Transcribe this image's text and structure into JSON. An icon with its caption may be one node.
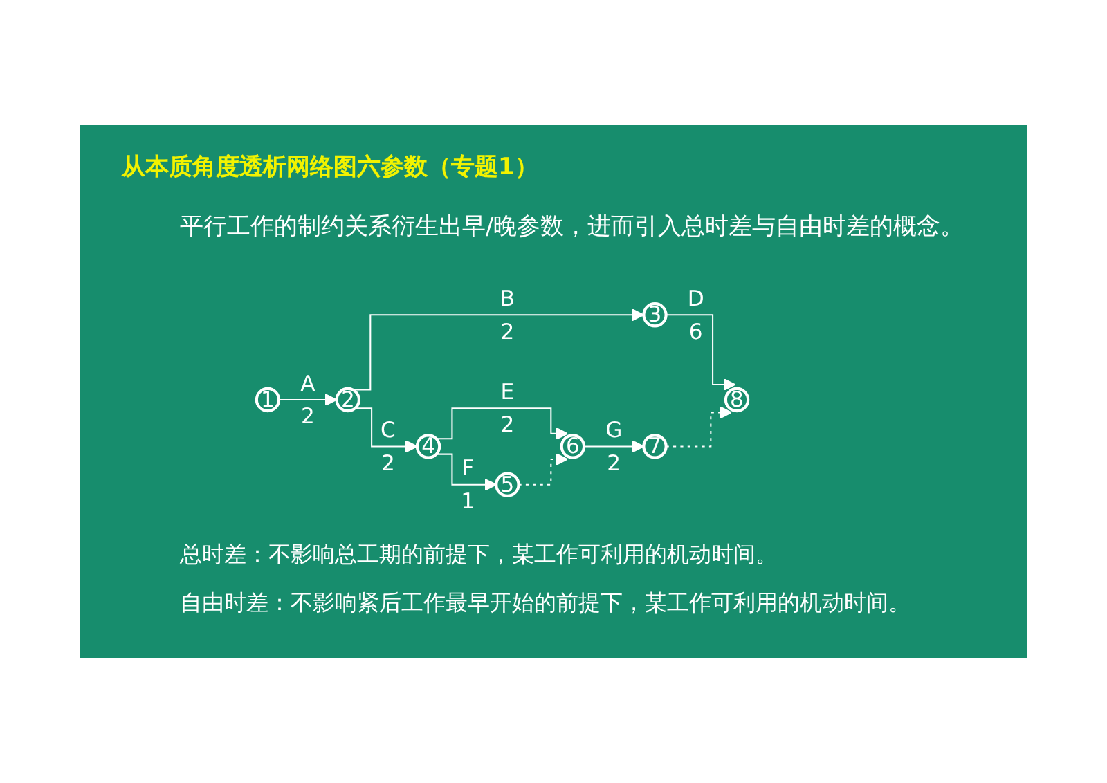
{
  "diagram": {
    "title": "从本质角度透析网络图六参数（专题1）",
    "nodes": [
      {
        "text": [
          "1"
        ]
      },
      {
        "text": [
          "2"
        ]
      },
      {
        "text": [
          "3"
        ]
      },
      {
        "text": [
          "4"
        ]
      },
      {
        "text": [
          "5"
        ]
      },
      {
        "text": [
          "6"
        ]
      },
      {
        "text": [
          "7"
        ]
      },
      {
        "text": [
          "8"
        ]
      }
    ],
    "edges": [
      {
        "from": 0,
        "to": 1,
        "arrow": "to",
        "label": "A 2"
      },
      {
        "from": 1,
        "to": 2,
        "arrow": "to",
        "label": "B 2"
      },
      {
        "from": 2,
        "to": 7,
        "arrow": "to",
        "label": "D 6"
      },
      {
        "from": 1,
        "to": 3,
        "arrow": "to",
        "label": "C 2"
      },
      {
        "from": 3,
        "to": 5,
        "arrow": "to",
        "label": "E 2"
      },
      {
        "from": 5,
        "to": 6,
        "arrow": "to",
        "label": "G 2"
      },
      {
        "from": 3,
        "to": 4,
        "arrow": "to",
        "label": "F 1"
      },
      {
        "from": 4,
        "to": 5,
        "arrow": "to",
        "style": "dashed"
      },
      {
        "from": 6,
        "to": 7,
        "arrow": "to",
        "style": "dashed"
      }
    ],
    "labels": [
      "平行工作的制约关系衍生出早/晚参数，进而引入总时差与自由时差的概念。",
      "总时差：不影响总工期的前提下，某工作可利用的机动时间。",
      "自由时差：不影响紧后工作最早开始的前提下，某工作可利用的机动时间。"
    ]
  }
}
